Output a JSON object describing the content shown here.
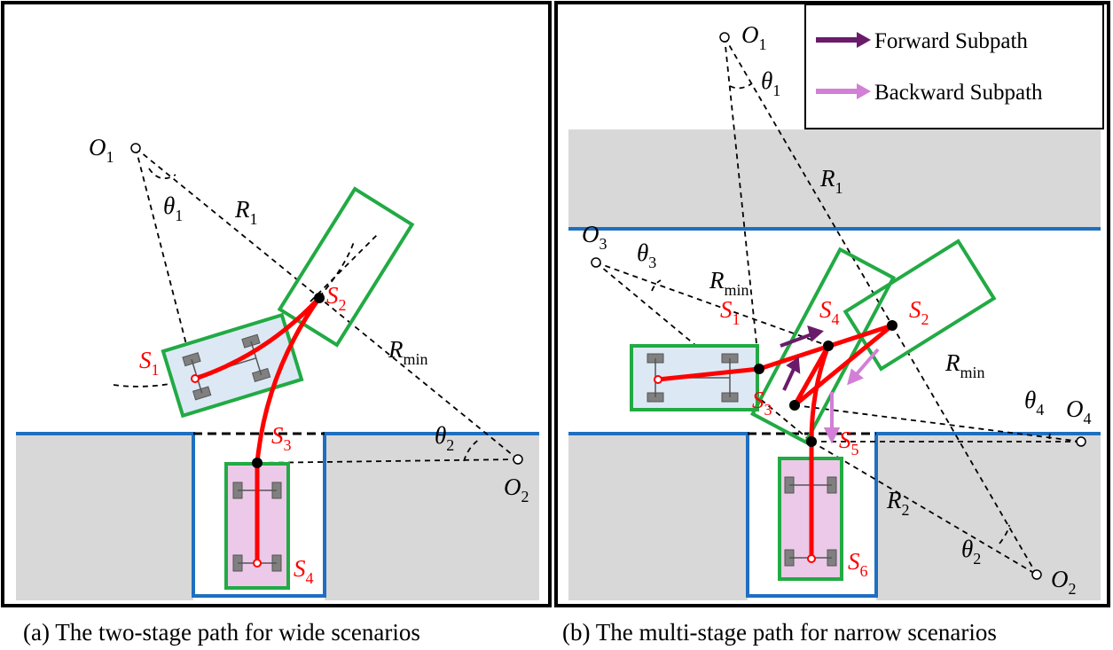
{
  "panel_a": {
    "caption": "(a) The two-stage path for wide scenarios",
    "labels": {
      "O1": "O",
      "O1_sub": "1",
      "O2": "O",
      "O2_sub": "2",
      "theta1": "θ",
      "theta1_sub": "1",
      "theta2": "θ",
      "theta2_sub": "2",
      "R1": "R",
      "R1_sub": "1",
      "Rmin": "R",
      "Rmin_sub": "min",
      "S1": "S",
      "S1_sub": "1",
      "S2": "S",
      "S2_sub": "2",
      "S3": "S",
      "S3_sub": "3",
      "S4": "S",
      "S4_sub": "4"
    }
  },
  "panel_b": {
    "caption": "(b) The multi-stage path for narrow scenarios",
    "legend": {
      "forward": "Forward Subpath",
      "backward": "Backward Subpath"
    },
    "labels": {
      "O1": "O",
      "O1_sub": "1",
      "O2": "O",
      "O2_sub": "2",
      "O3": "O",
      "O3_sub": "3",
      "O4": "O",
      "O4_sub": "4",
      "theta1": "θ",
      "theta1_sub": "1",
      "theta2": "θ",
      "theta2_sub": "2",
      "theta3": "θ",
      "theta3_sub": "3",
      "theta4": "θ",
      "theta4_sub": "4",
      "R1": "R",
      "R1_sub": "1",
      "R2": "R",
      "R2_sub": "2",
      "Rmin_a": "R",
      "Rmin_a_sub": "min",
      "Rmin_b": "R",
      "Rmin_b_sub": "min",
      "S1": "S",
      "S1_sub": "1",
      "S2": "S",
      "S2_sub": "2",
      "S3": "S",
      "S3_sub": "3",
      "S4": "S",
      "S4_sub": "4",
      "S5": "S",
      "S5_sub": "5",
      "S6": "S",
      "S6_sub": "6"
    }
  },
  "colors": {
    "path": "#ff0000",
    "vehicle_outline": "#22aa44",
    "start_fill": "#dce9f5",
    "goal_fill": "#ecc9e8",
    "boundary": "#1f6fc0",
    "obstacle": "#d8d8d8",
    "forward_arrow": "#6a1b6a",
    "backward_arrow": "#d27fd6"
  }
}
